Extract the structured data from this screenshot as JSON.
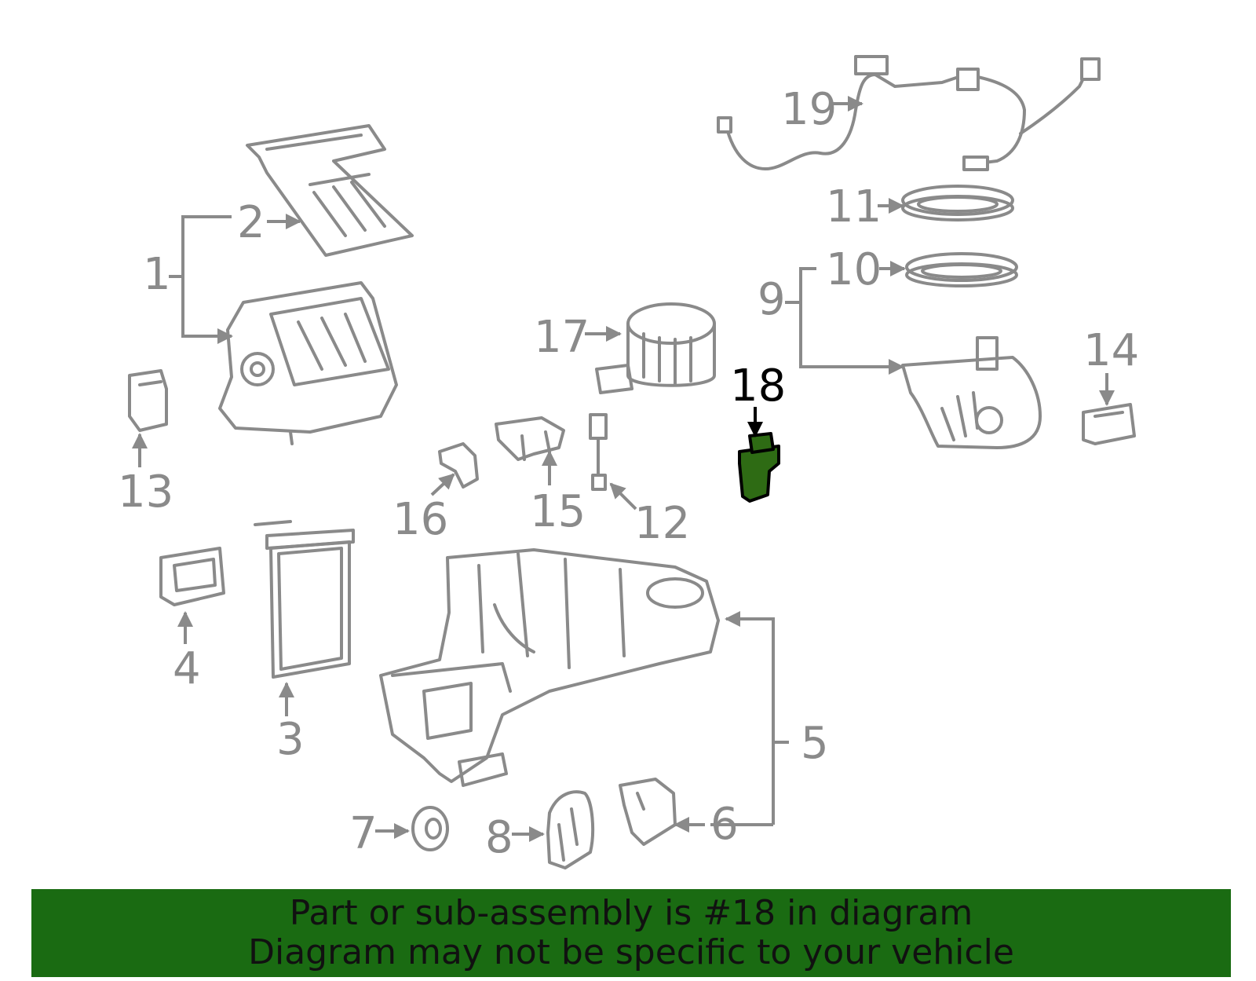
{
  "diagram": {
    "callouts": {
      "c1": "1",
      "c2": "2",
      "c3": "3",
      "c4": "4",
      "c5": "5",
      "c6": "6",
      "c7": "7",
      "c8": "8",
      "c9": "9",
      "c10": "10",
      "c11": "11",
      "c12": "12",
      "c13": "13",
      "c14": "14",
      "c15": "15",
      "c16": "16",
      "c17": "17",
      "c18": "18",
      "c19": "19"
    },
    "highlighted_part": "18",
    "highlight_color": "#2e6b14",
    "line_color": "#8a8a8a"
  },
  "banner": {
    "line1": "Part or sub-assembly is #18 in diagram",
    "line2": "Diagram may not be specific to your vehicle",
    "color": "#1a6b12"
  }
}
